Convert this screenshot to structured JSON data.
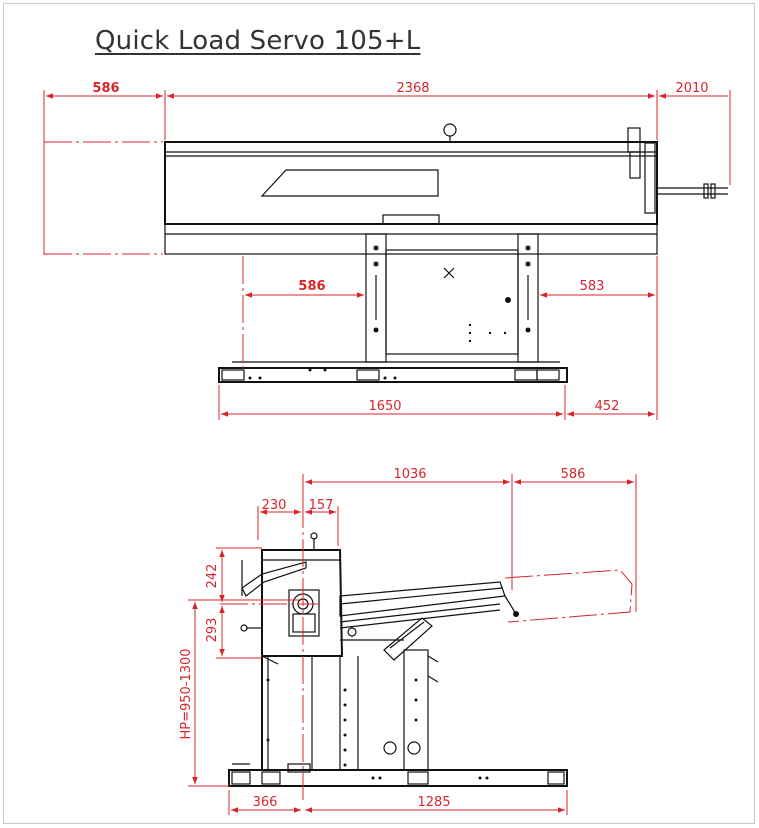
{
  "title": "Quick Load Servo 105+L",
  "colors": {
    "dimension": "#d8252b",
    "outline": "#111111",
    "frame": "#c8c8c8"
  },
  "top_view": {
    "dims": {
      "left_overhang": "586",
      "body_length": "2368",
      "right_overhang": "2010",
      "inner_left": "586",
      "inner_right": "583",
      "base_length": "1650",
      "base_right": "452"
    }
  },
  "side_view": {
    "dims": {
      "reach": "1036",
      "reach_extra": "586",
      "width_left": "230",
      "width_right": "157",
      "upper_height": "242",
      "lower_height": "293",
      "hp_range": "HP=950-1300",
      "base_left": "366",
      "base_right": "1285"
    }
  }
}
